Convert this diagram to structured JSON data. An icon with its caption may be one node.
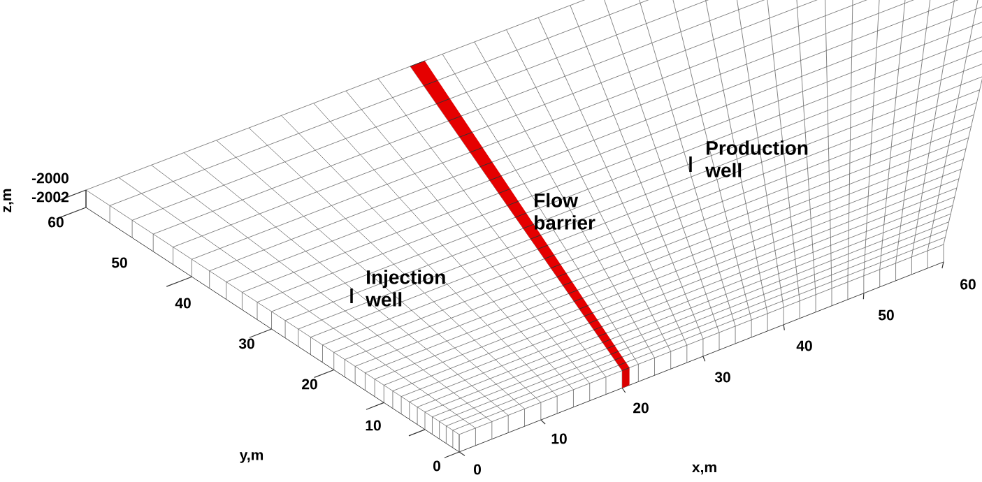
{
  "diagram": {
    "labels": [
      "-2000",
      "-2002",
      "z,m",
      "60",
      "50",
      "40",
      "30",
      "20",
      "10",
      "0",
      "y,m",
      "0",
      "10",
      "20",
      "30",
      "40",
      "50",
      "60",
      "x,m",
      "Injection well",
      "Flow barrier",
      "Production well"
    ]
  }
}
